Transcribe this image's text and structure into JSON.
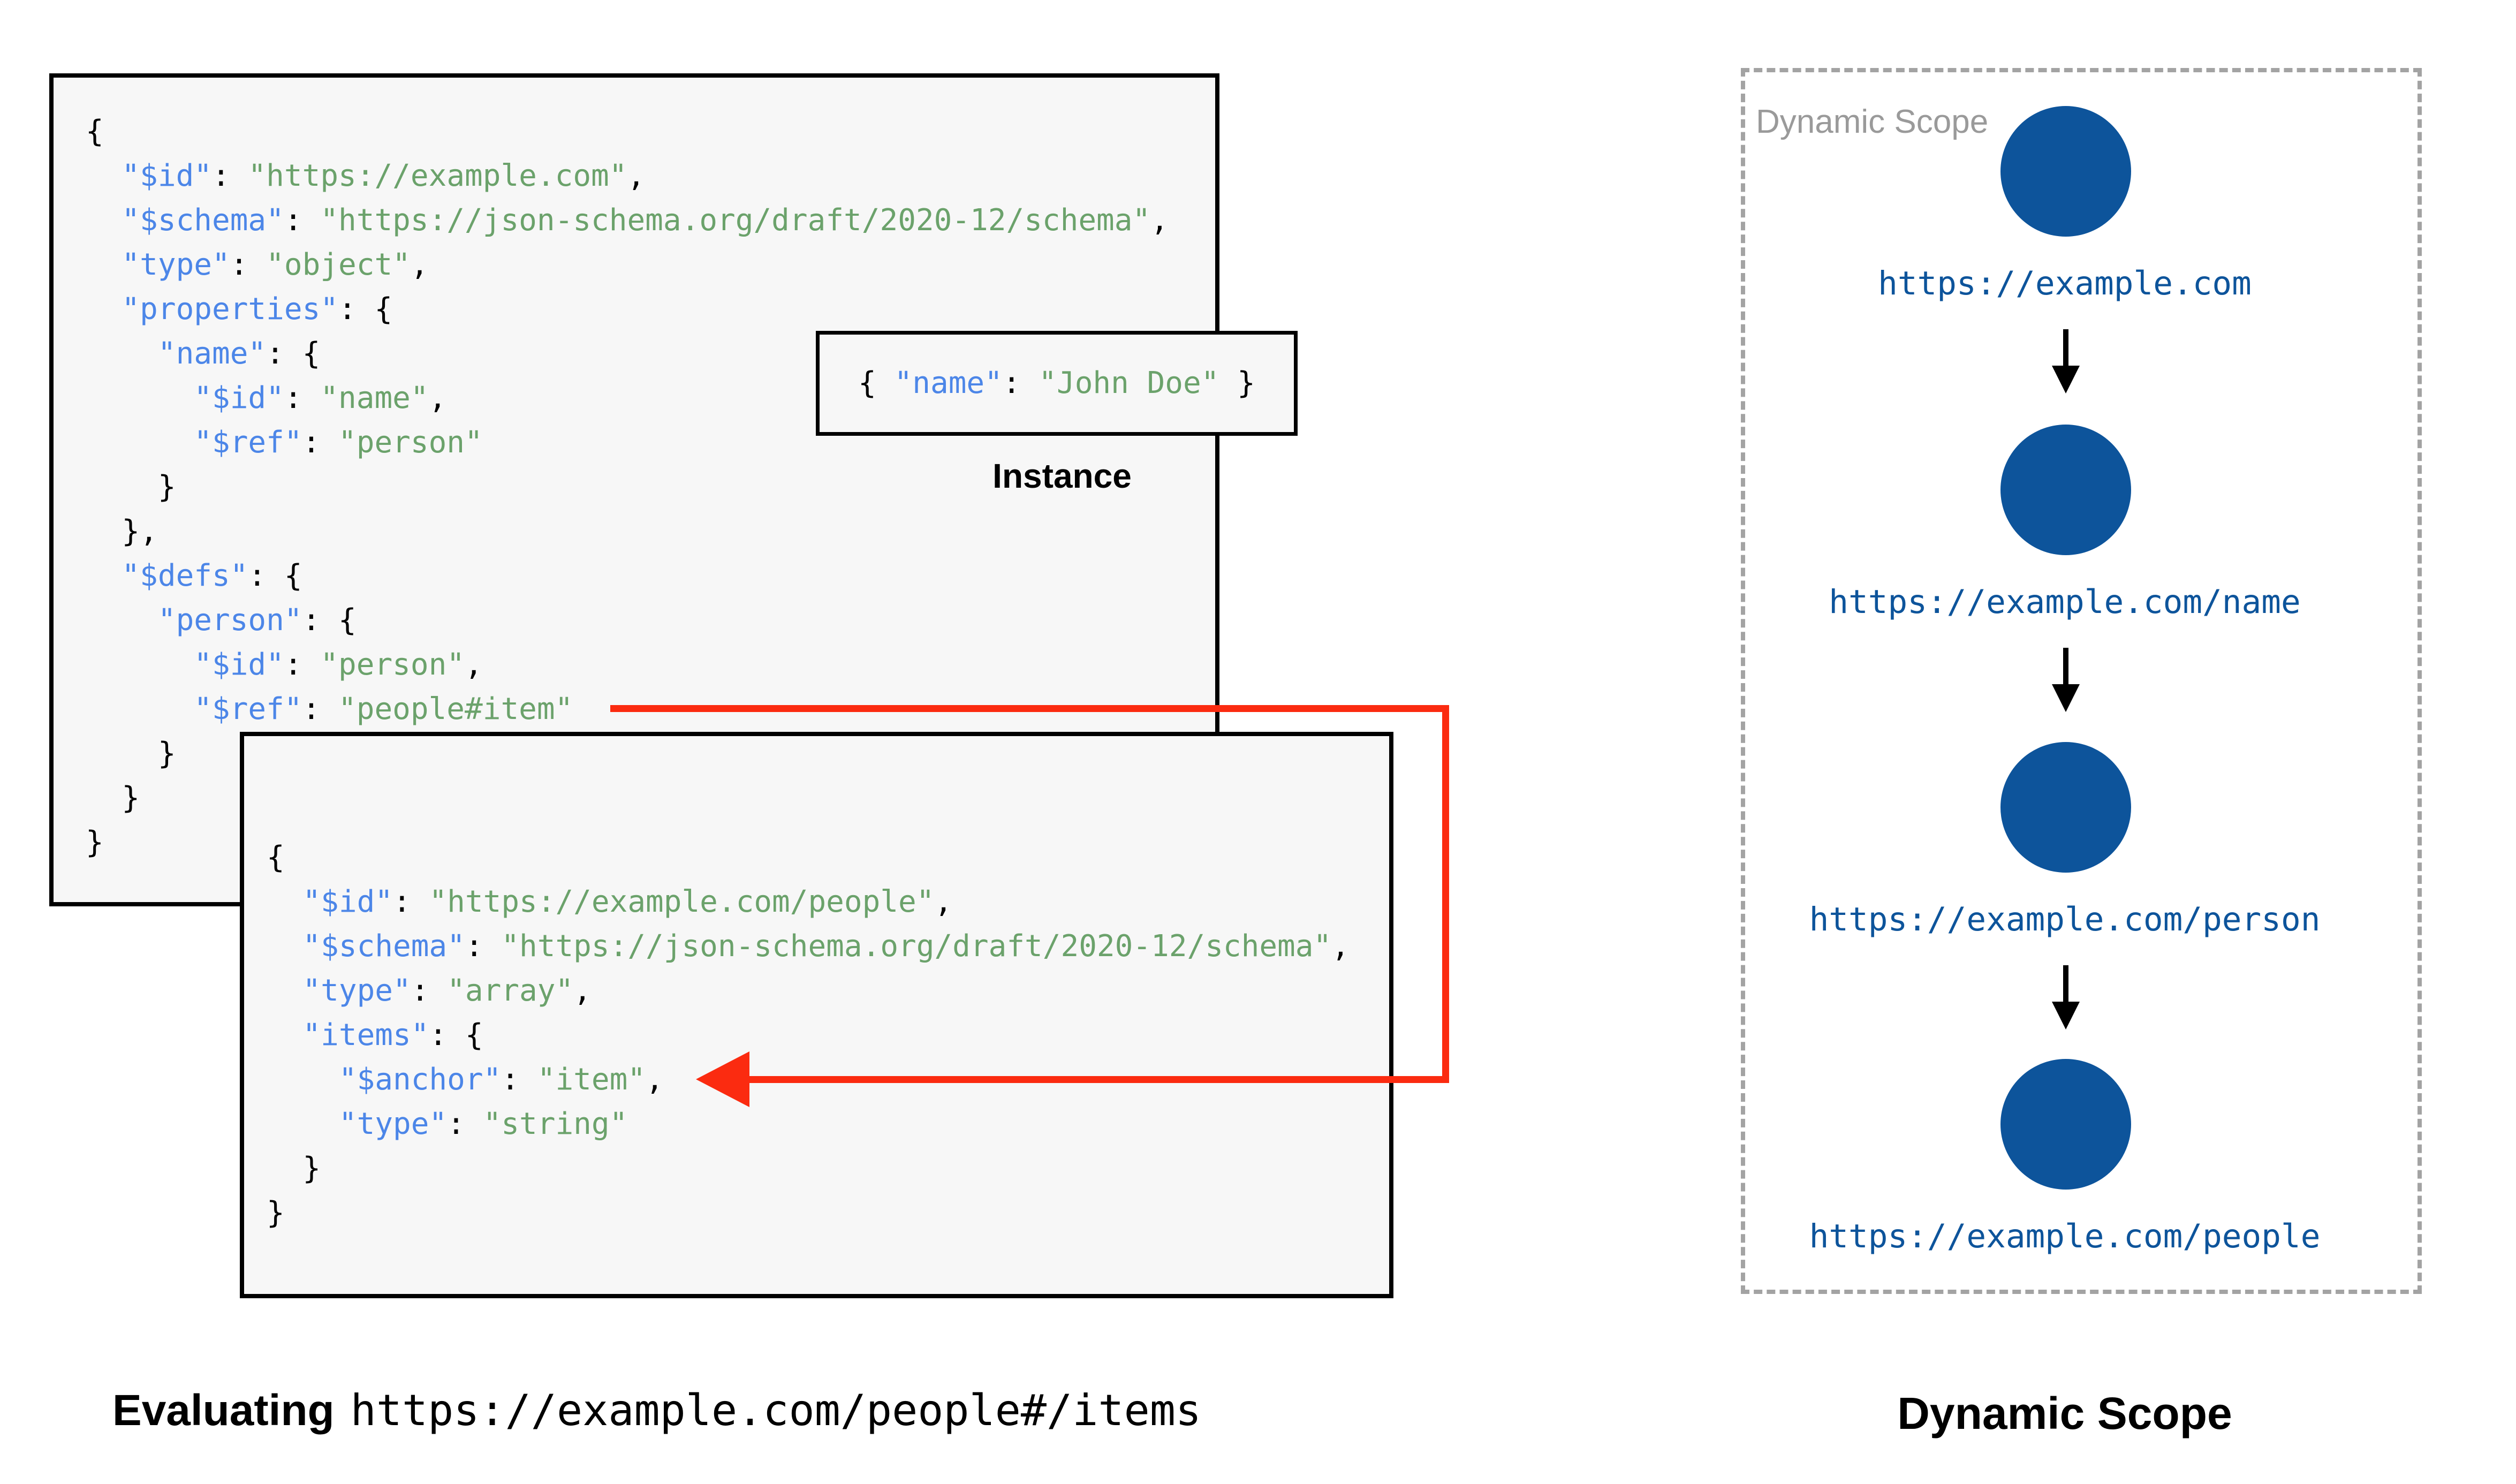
{
  "colors": {
    "key_blue": "#4c86e8",
    "string_green": "#6ba26b",
    "punct_black": "#000000",
    "node_blue": "#0d549b",
    "arrow_red": "#fb2b10",
    "box_bg": "#f7f7f7",
    "border_black": "#000000",
    "muted_gray": "#9a9a9a",
    "dash_gray": "#a3a3a3"
  },
  "schema_box": {
    "lines": [
      [
        {
          "t": "p",
          "v": "{"
        }
      ],
      [
        {
          "t": "k",
          "v": "  \"$id\""
        },
        {
          "t": "p",
          "v": ": "
        },
        {
          "t": "s",
          "v": "\"https://example.com\""
        },
        {
          "t": "p",
          "v": ","
        }
      ],
      [
        {
          "t": "k",
          "v": "  \"$schema\""
        },
        {
          "t": "p",
          "v": ": "
        },
        {
          "t": "s",
          "v": "\"https://json-schema.org/draft/2020-12/schema\""
        },
        {
          "t": "p",
          "v": ","
        }
      ],
      [
        {
          "t": "k",
          "v": "  \"type\""
        },
        {
          "t": "p",
          "v": ": "
        },
        {
          "t": "s",
          "v": "\"object\""
        },
        {
          "t": "p",
          "v": ","
        }
      ],
      [
        {
          "t": "k",
          "v": "  \"properties\""
        },
        {
          "t": "p",
          "v": ": {"
        }
      ],
      [
        {
          "t": "k",
          "v": "    \"name\""
        },
        {
          "t": "p",
          "v": ": {"
        }
      ],
      [
        {
          "t": "k",
          "v": "      \"$id\""
        },
        {
          "t": "p",
          "v": ": "
        },
        {
          "t": "s",
          "v": "\"name\""
        },
        {
          "t": "p",
          "v": ","
        }
      ],
      [
        {
          "t": "k",
          "v": "      \"$ref\""
        },
        {
          "t": "p",
          "v": ": "
        },
        {
          "t": "s",
          "v": "\"person\""
        }
      ],
      [
        {
          "t": "p",
          "v": "    }"
        }
      ],
      [
        {
          "t": "p",
          "v": "  },"
        }
      ],
      [
        {
          "t": "k",
          "v": "  \"$defs\""
        },
        {
          "t": "p",
          "v": ": {"
        }
      ],
      [
        {
          "t": "k",
          "v": "    \"person\""
        },
        {
          "t": "p",
          "v": ": {"
        }
      ],
      [
        {
          "t": "k",
          "v": "      \"$id\""
        },
        {
          "t": "p",
          "v": ": "
        },
        {
          "t": "s",
          "v": "\"person\""
        },
        {
          "t": "p",
          "v": ","
        }
      ],
      [
        {
          "t": "k",
          "v": "      \"$ref\""
        },
        {
          "t": "p",
          "v": ": "
        },
        {
          "t": "s",
          "v": "\"people#item\""
        }
      ],
      [
        {
          "t": "p",
          "v": "    }"
        }
      ],
      [
        {
          "t": "p",
          "v": "  }"
        }
      ],
      [
        {
          "t": "p",
          "v": "}"
        }
      ]
    ]
  },
  "people_box": {
    "lines": [
      [
        {
          "t": "p",
          "v": "{"
        }
      ],
      [
        {
          "t": "k",
          "v": "  \"$id\""
        },
        {
          "t": "p",
          "v": ": "
        },
        {
          "t": "s",
          "v": "\"https://example.com/people\""
        },
        {
          "t": "p",
          "v": ","
        }
      ],
      [
        {
          "t": "k",
          "v": "  \"$schema\""
        },
        {
          "t": "p",
          "v": ": "
        },
        {
          "t": "s",
          "v": "\"https://json-schema.org/draft/2020-12/schema\""
        },
        {
          "t": "p",
          "v": ","
        }
      ],
      [
        {
          "t": "k",
          "v": "  \"type\""
        },
        {
          "t": "p",
          "v": ": "
        },
        {
          "t": "s",
          "v": "\"array\""
        },
        {
          "t": "p",
          "v": ","
        }
      ],
      [
        {
          "t": "k",
          "v": "  \"items\""
        },
        {
          "t": "p",
          "v": ": {"
        }
      ],
      [
        {
          "t": "k",
          "v": "    \"$anchor\""
        },
        {
          "t": "p",
          "v": ": "
        },
        {
          "t": "s",
          "v": "\"item\""
        },
        {
          "t": "p",
          "v": ","
        }
      ],
      [
        {
          "t": "k",
          "v": "    \"type\""
        },
        {
          "t": "p",
          "v": ": "
        },
        {
          "t": "s",
          "v": "\"string\""
        }
      ],
      [
        {
          "t": "p",
          "v": "  }"
        }
      ],
      [
        {
          "t": "p",
          "v": "}"
        }
      ]
    ]
  },
  "instance": {
    "lines": [
      [
        {
          "t": "p",
          "v": "{ "
        },
        {
          "t": "k",
          "v": "\"name\""
        },
        {
          "t": "p",
          "v": ": "
        },
        {
          "t": "s",
          "v": "\"John Doe\""
        },
        {
          "t": "p",
          "v": " }"
        }
      ]
    ],
    "caption": "Instance"
  },
  "dynamic_scope": {
    "panel_label": "Dynamic Scope",
    "nodes": [
      "https://example.com",
      "https://example.com/name",
      "https://example.com/person",
      "https://example.com/people"
    ],
    "caption": "Dynamic Scope"
  },
  "evaluating": {
    "prefix": "Evaluating",
    "uri": "https://example.com/people#/items"
  }
}
